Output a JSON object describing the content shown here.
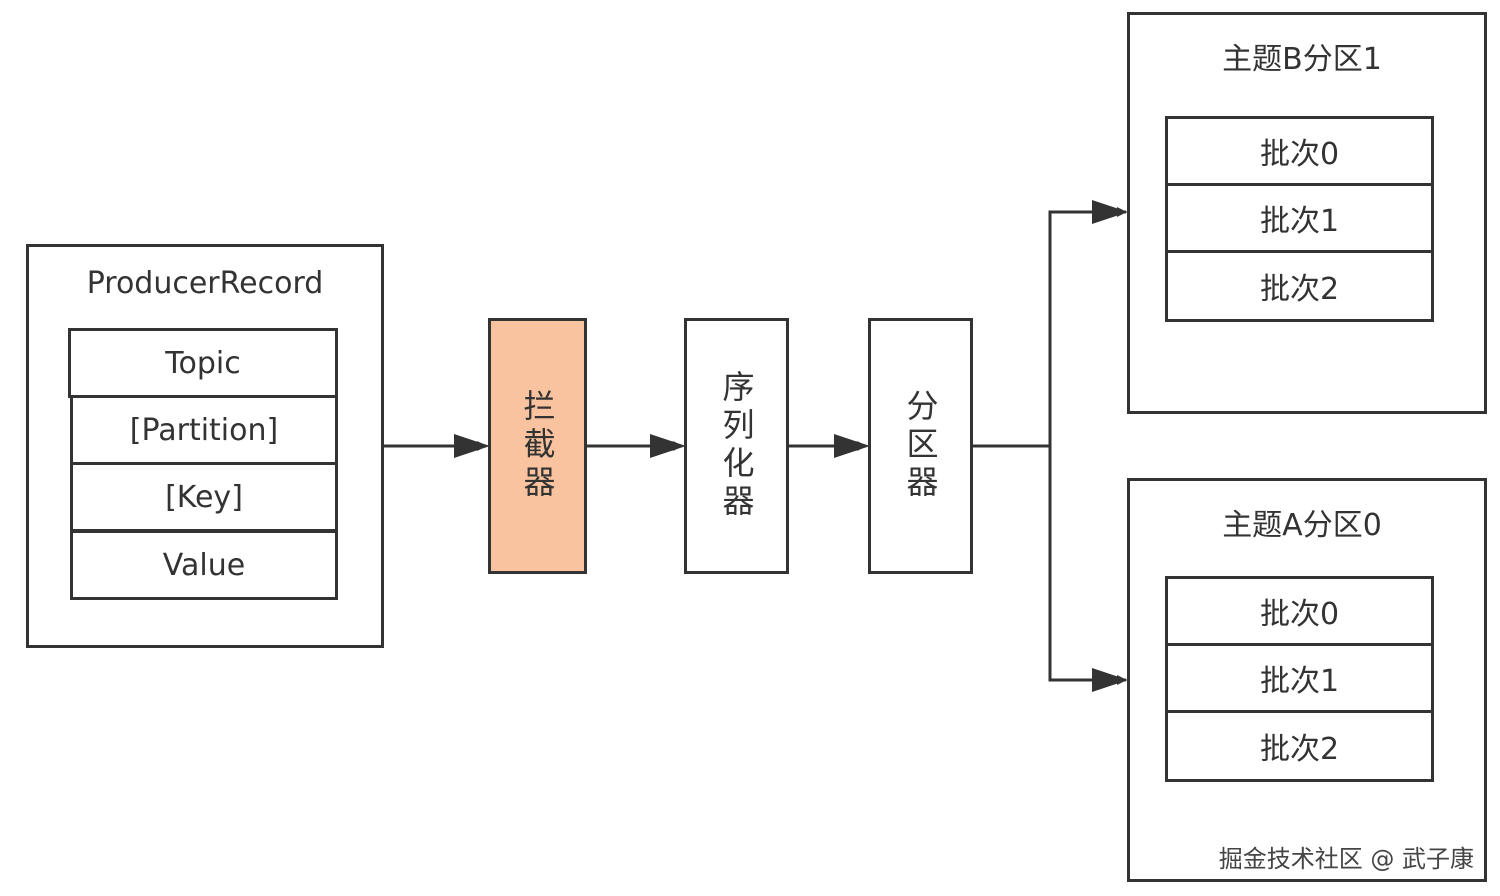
{
  "producer_record": {
    "title": "ProducerRecord",
    "fields": [
      "Topic",
      "[Partition]",
      "[Key]",
      "Value"
    ]
  },
  "stages": {
    "interceptor": "拦截器",
    "serializer": "序列化器",
    "partitioner": "分区器"
  },
  "partitions": [
    {
      "title": "主题B分区1",
      "batches": [
        "批次0",
        "批次1",
        "批次2"
      ]
    },
    {
      "title": "主题A分区0",
      "batches": [
        "批次0",
        "批次1",
        "批次2"
      ]
    }
  ],
  "colors": {
    "interceptor_fill": "#F8C39E",
    "stroke": "#333333"
  },
  "watermark": "掘金技术社区 @ 武子康"
}
